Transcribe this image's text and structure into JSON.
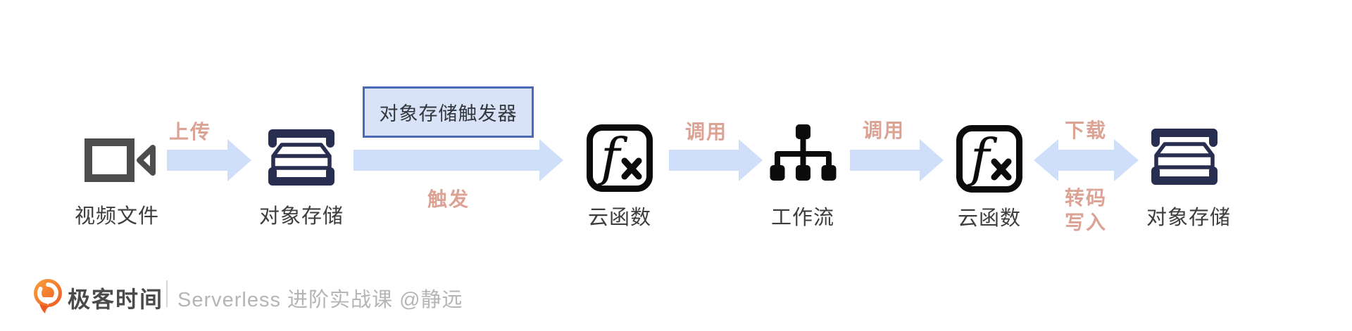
{
  "diagram": {
    "nodes": {
      "video": {
        "label": "视频文件",
        "icon": "video-camera-icon"
      },
      "storage1": {
        "label": "对象存储",
        "icon": "object-storage-icon"
      },
      "fn1": {
        "label": "云函数",
        "icon": "cloud-function-icon"
      },
      "workflow": {
        "label": "工作流",
        "icon": "workflow-icon"
      },
      "fn2": {
        "label": "云函数",
        "icon": "cloud-function-icon"
      },
      "storage2": {
        "label": "对象存储",
        "icon": "object-storage-icon"
      }
    },
    "trigger_box": {
      "label": "对象存储触发器"
    },
    "edges": {
      "upload": {
        "label": "上传"
      },
      "trigger": {
        "label": "触发"
      },
      "invoke1": {
        "label": "调用"
      },
      "invoke2": {
        "label": "调用"
      },
      "download": {
        "label": "下载"
      },
      "transcode": {
        "line1": "转码",
        "line2": "写入"
      }
    }
  },
  "footer": {
    "brand": "极客时间",
    "course": "Serverless 进阶实战课 @静远"
  },
  "colors": {
    "arrow_blue": "#cfdef9",
    "flow_label_salmon": "#dca294",
    "trigger_box_fill": "#d9e3f8",
    "trigger_box_border": "#4a6ab3",
    "storage_icon_navy": "#272e50",
    "camera_icon_gray": "#4d4d4d",
    "function_icon_black": "#0b0b0b",
    "node_label_gray": "#3d3d3d",
    "brand_orange": "#ee5a24",
    "footer_gray": "#b5b5b5"
  }
}
